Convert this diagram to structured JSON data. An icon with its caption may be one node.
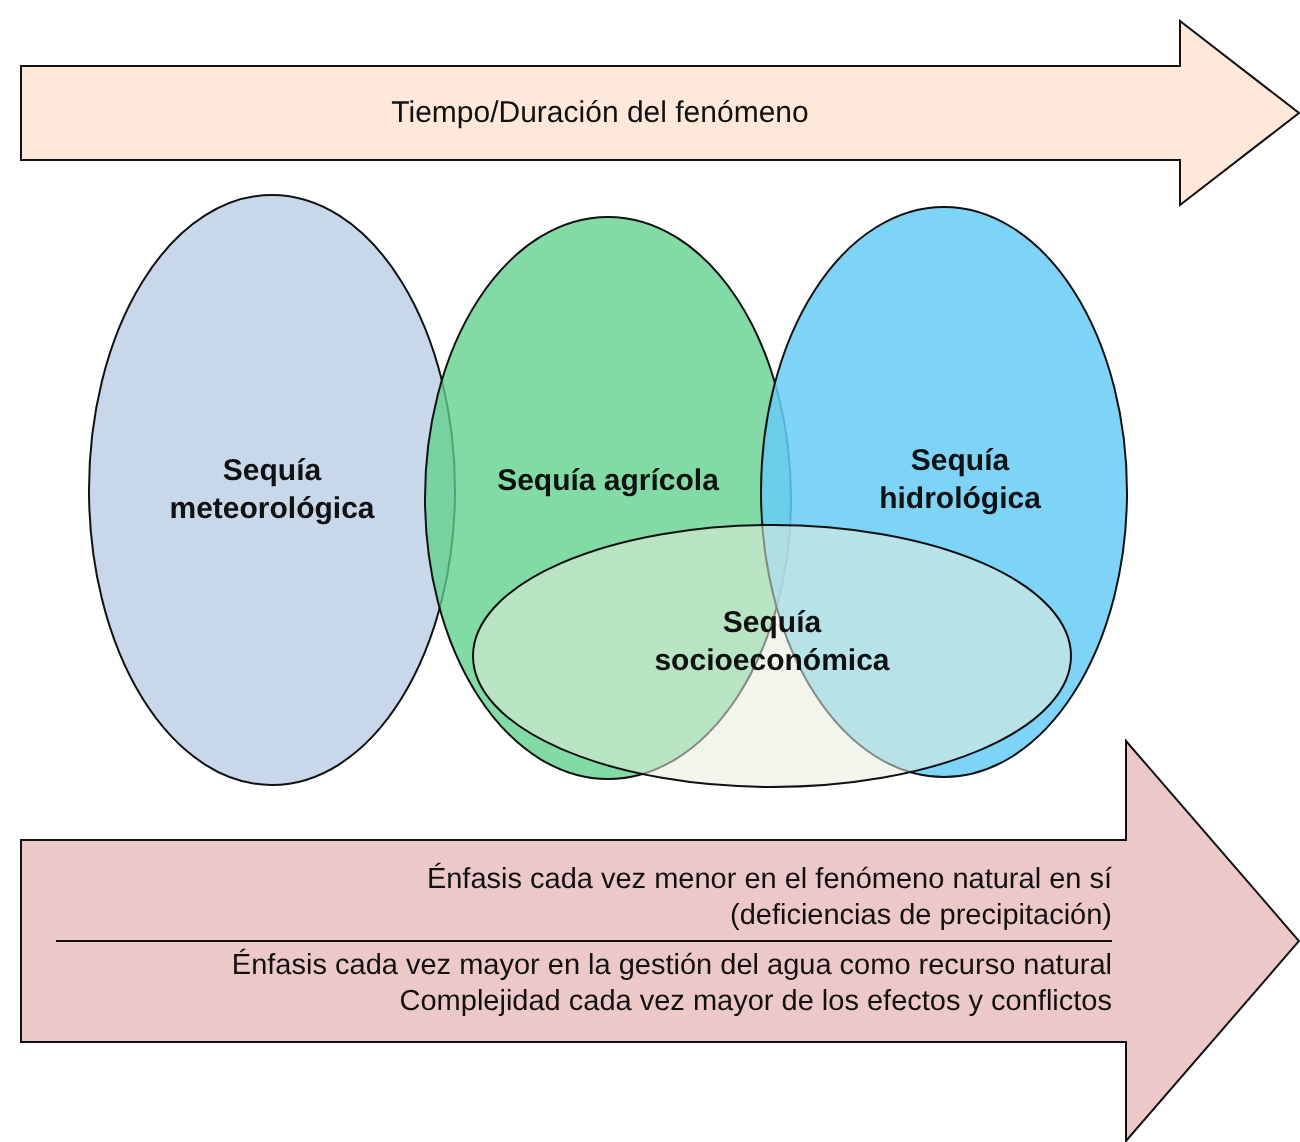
{
  "diagram": {
    "nodes": [
      {
        "text": [
          "Tiempo/Duración del fenómeno"
        ]
      },
      {
        "text": [
          "Sequía meteorológica"
        ]
      },
      {
        "text": [
          "Sequía agrícola"
        ]
      },
      {
        "text": [
          "Sequía hidrológica"
        ]
      },
      {
        "text": [
          "Sequía socioeconómica"
        ]
      },
      {
        "text": [
          "Énfasis cada vez menor en el fenómeno natural en sí (deficiencias de precipitación)",
          "Énfasis cada vez mayor en la gestión del agua como recurso natural",
          "Complejidad cada vez mayor de los efectos y conflictos"
        ]
      }
    ]
  }
}
